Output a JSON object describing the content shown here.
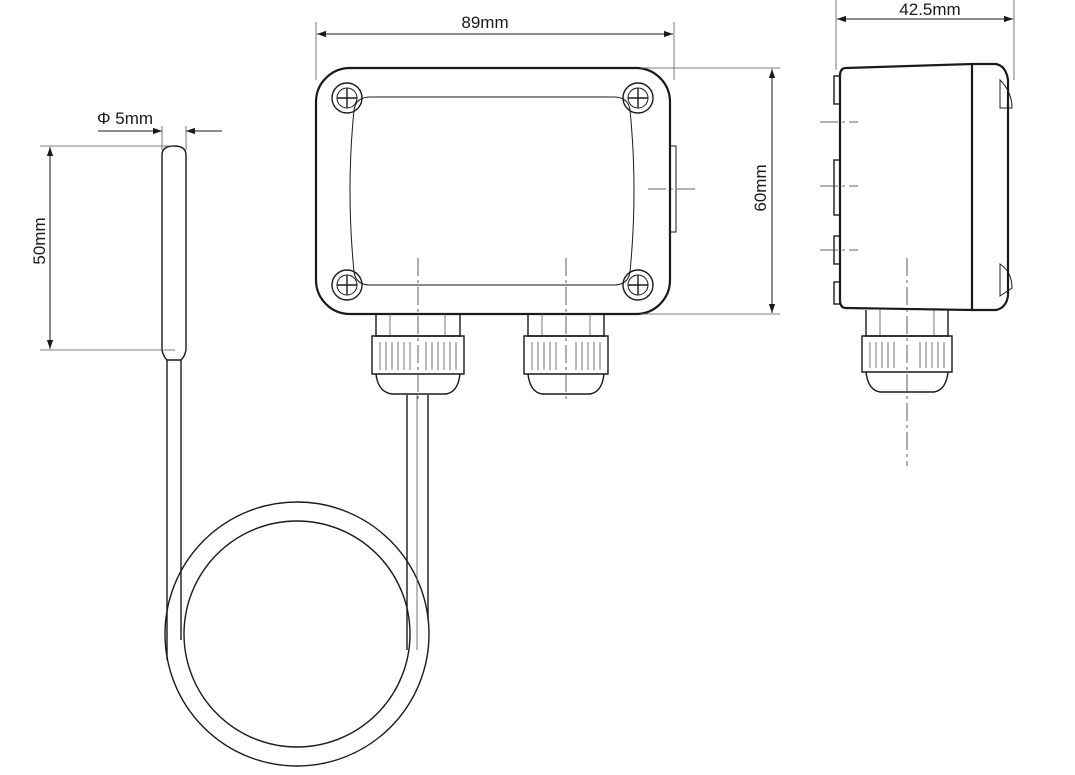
{
  "dimensions": {
    "width_front": "89mm",
    "height_front": "60mm",
    "depth_side": "42.5mm",
    "probe_length": "50mm",
    "probe_diameter": "Φ 5mm"
  }
}
